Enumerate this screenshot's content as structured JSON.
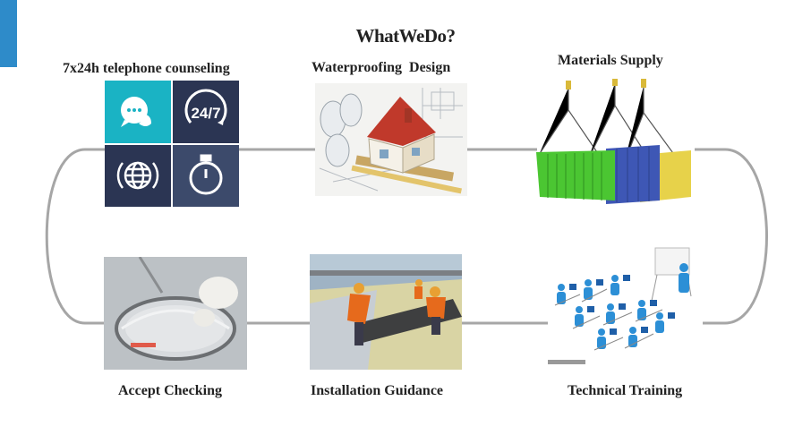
{
  "title": "WhatWeDo?",
  "steps": [
    {
      "label": "7x24h telephone counseling",
      "icon": "counseling-tiles"
    },
    {
      "label": "Waterproofing  Design",
      "icon": "house-blueprint-photo"
    },
    {
      "label": "Materials Supply",
      "icon": "shipping-containers-crane"
    },
    {
      "label": "Technical Training",
      "icon": "classroom-training"
    },
    {
      "label": "Installation Guidance",
      "icon": "roof-installation-photo"
    },
    {
      "label": "Accept Checking",
      "icon": "inspection-photo"
    }
  ],
  "counseling_tiles": [
    "chat-phone-icon",
    "24/7",
    "globe-refresh-icon",
    "stopwatch-icon"
  ],
  "colors": {
    "accent": "#2e8bc9",
    "loop_line": "#a6a6a6",
    "tile_teal": "#1ab3c4",
    "tile_navy": "#2b3553",
    "tile_slate": "#3c4a6b"
  }
}
